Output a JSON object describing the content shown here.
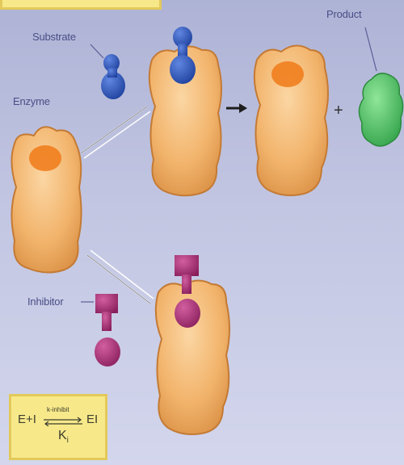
{
  "labels": {
    "substrate": "Substrate",
    "product": "Product",
    "enzyme": "Enzyme",
    "inhibitor": "Inhibitor",
    "plus": "+"
  },
  "equation": {
    "left": "E+I",
    "arrow_label": "k-inhibit",
    "right": "EI",
    "constant": "K",
    "constant_subscript": "i"
  },
  "colors": {
    "enzyme": "#f2a85a",
    "substrate": "#2c55b8",
    "product": "#3dbb56",
    "inhibitor": "#b0307a"
  }
}
